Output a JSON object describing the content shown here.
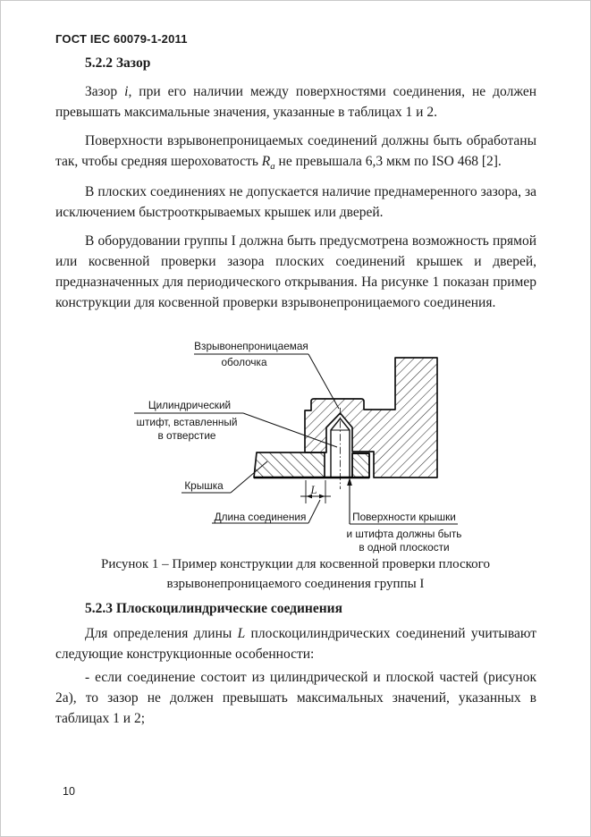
{
  "colors": {
    "ink": "#1b1b1b",
    "paper": "#ffffff"
  },
  "header": {
    "doc_code": "ГОСТ IEC 60079-1-2011"
  },
  "page_number": "10",
  "section_522": {
    "heading": "5.2.2 Зазор",
    "p1_runs": [
      {
        "t": "Зазор "
      },
      {
        "t": "i,",
        "s": "i"
      },
      {
        "t": " при его наличии между поверхностями соединения, не должен превышать максимальные значения, указанные в таблицах 1 и 2."
      }
    ],
    "p2_runs": [
      {
        "t": "Поверхности взрывонепроницаемых соединений должны быть обработаны так, чтобы средняя шероховатость "
      },
      {
        "t": "R",
        "s": "i"
      },
      {
        "t": "a",
        "s": "sub"
      },
      {
        "t": " не превышала 6,3 мкм по ISO 468 [2]."
      }
    ],
    "p3": "В плоских соединениях не допускается наличие преднамеренного зазора, за исключением быстрооткрываемых крышек или дверей.",
    "p4": "В оборудовании группы I должна быть предусмотрена возможность прямой или косвенной проверки зазора плоских соединений крышек и дверей, предназначенных для периодического открывания. На рисунке 1 показан пример конструкции для косвенной проверки взрывонепроницаемого соединения."
  },
  "figure": {
    "label_enclosure_line1": "Взрывонепроницаемая",
    "label_enclosure_line2": "оболочка",
    "label_pin_line1": "Цилиндрический",
    "label_pin_line2": "штифт, вставленный",
    "label_pin_line3": "в отверстие",
    "label_cover": "Крышка",
    "label_joint_length": "Длина соединения",
    "dim_letter": "L",
    "note_line1": "Поверхности крышки",
    "note_line2": "и штифта должны быть",
    "note_line3": "в одной плоскости",
    "caption_line1": "Рисунок 1 – Пример конструкции для косвенной проверки плоского",
    "caption_line2": "взрывонепроницаемого соединения группы I"
  },
  "section_523": {
    "heading": "5.2.3 Плоскоцилиндрические соединения",
    "p1_runs": [
      {
        "t": "Для определения длины "
      },
      {
        "t": "L",
        "s": "i"
      },
      {
        "t": " плоскоцилиндрических соединений учитывают следующие конструкционные особенности:"
      }
    ],
    "p2": "- если соединение состоит из цилиндрической и плоской частей (рисунок 2а), то зазор не должен превышать максимальных значений, указанных в таблицах 1 и 2;"
  }
}
